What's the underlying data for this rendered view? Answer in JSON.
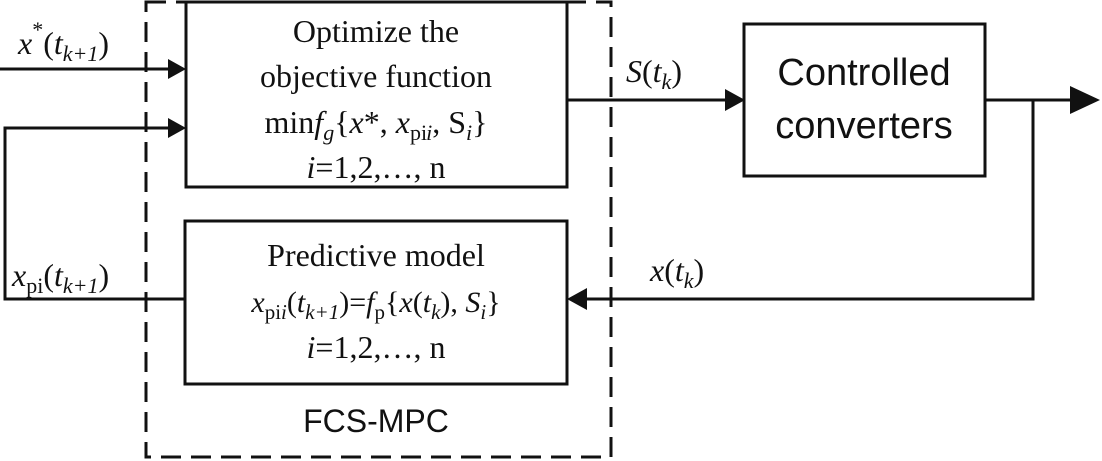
{
  "diagram": {
    "input_ref": {
      "x": "x",
      "sup": "*",
      "t": "t",
      "sub": "k+1"
    },
    "switch_signal": {
      "S": "S",
      "t": "t",
      "sub": "k"
    },
    "feedback_state": {
      "x": "x",
      "t": "t",
      "sub": "k"
    },
    "predicted_state": {
      "x": "x",
      "sub_pi": "pi",
      "t": "t",
      "sub": "k+1"
    },
    "optimizer": {
      "line1": "Optimize the",
      "line2": "objective function",
      "min": "min",
      "f": "f",
      "f_sub": "g",
      "args_x": "x",
      "args_star": "*,",
      "args_xp": "x",
      "args_xp_sub": "pi",
      "args_S": "S",
      "args_S_sub": "i",
      "index_i": "i",
      "index_range": "=1,2,…, n"
    },
    "model": {
      "line1": "Predictive model",
      "x": "x",
      "x_sub": "pi",
      "t": "t",
      "t_sub": "k+1",
      "f": "f",
      "f_sub": "p",
      "arg_x": "x",
      "arg_t": "t",
      "arg_t_sub": "k",
      "arg_S": "S",
      "arg_S_sub": "i",
      "index_i": "i",
      "index_range": "=1,2,…, n"
    },
    "plant": {
      "line1": "Controlled",
      "line2": "converters"
    },
    "controller_label": "FCS-MPC"
  }
}
